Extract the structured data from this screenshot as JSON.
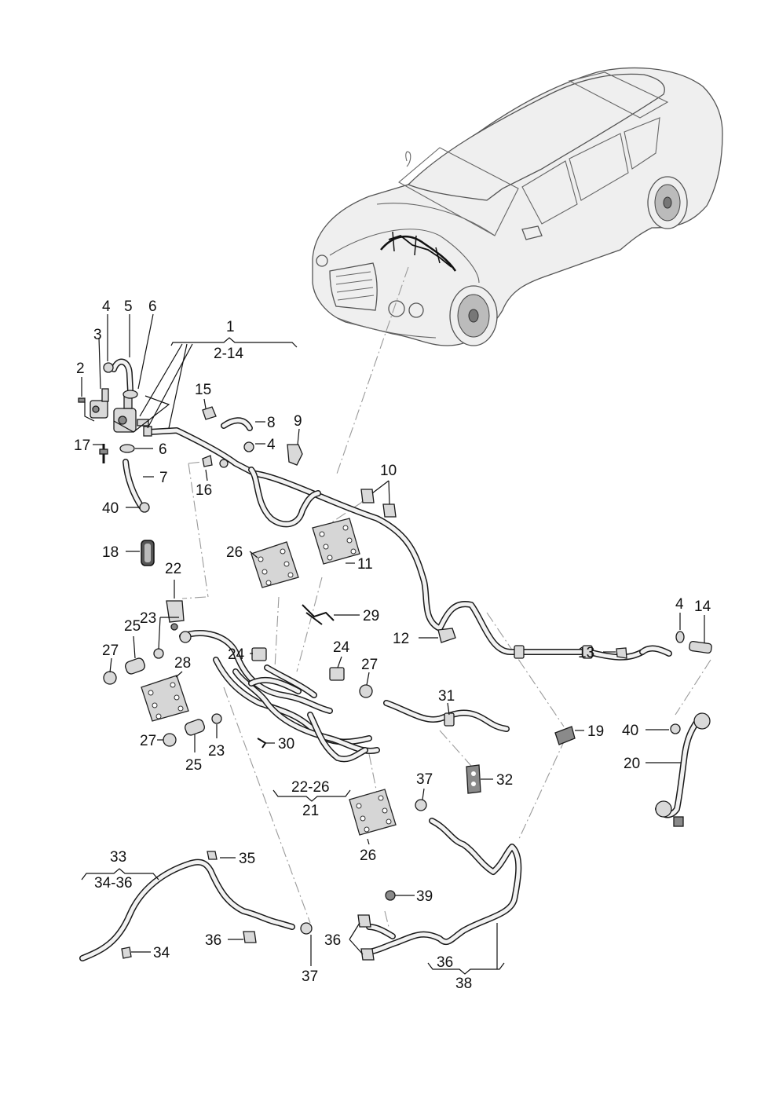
{
  "callouts": [
    {
      "id": "c1",
      "text": "1"
    },
    {
      "id": "c2_14",
      "text": "2-14"
    },
    {
      "id": "c2",
      "text": "2"
    },
    {
      "id": "c3",
      "text": "3"
    },
    {
      "id": "c4a",
      "text": "4"
    },
    {
      "id": "c5",
      "text": "5"
    },
    {
      "id": "c6a",
      "text": "6"
    },
    {
      "id": "c6b",
      "text": "6"
    },
    {
      "id": "c7",
      "text": "7"
    },
    {
      "id": "c4b",
      "text": "4"
    },
    {
      "id": "c8",
      "text": "8"
    },
    {
      "id": "c9",
      "text": "9"
    },
    {
      "id": "c10",
      "text": "10"
    },
    {
      "id": "c11",
      "text": "11"
    },
    {
      "id": "c12",
      "text": "12"
    },
    {
      "id": "c13",
      "text": "13"
    },
    {
      "id": "c4c",
      "text": "4"
    },
    {
      "id": "c14",
      "text": "14"
    },
    {
      "id": "c15",
      "text": "15"
    },
    {
      "id": "c16",
      "text": "16"
    },
    {
      "id": "c17",
      "text": "17"
    },
    {
      "id": "c18",
      "text": "18"
    },
    {
      "id": "c19",
      "text": "19"
    },
    {
      "id": "c20",
      "text": "20"
    },
    {
      "id": "c40a",
      "text": "40"
    },
    {
      "id": "c40b",
      "text": "40"
    },
    {
      "id": "c21",
      "text": "21"
    },
    {
      "id": "c22_26",
      "text": "22-26"
    },
    {
      "id": "c22",
      "text": "22"
    },
    {
      "id": "c23a",
      "text": "23"
    },
    {
      "id": "c23b",
      "text": "23"
    },
    {
      "id": "c24a",
      "text": "24"
    },
    {
      "id": "c24b",
      "text": "24"
    },
    {
      "id": "c25a",
      "text": "25"
    },
    {
      "id": "c25b",
      "text": "25"
    },
    {
      "id": "c26a",
      "text": "26"
    },
    {
      "id": "c26b",
      "text": "26"
    },
    {
      "id": "c27a",
      "text": "27"
    },
    {
      "id": "c27b",
      "text": "27"
    },
    {
      "id": "c27c",
      "text": "27"
    },
    {
      "id": "c28",
      "text": "28"
    },
    {
      "id": "c29",
      "text": "29"
    },
    {
      "id": "c30",
      "text": "30"
    },
    {
      "id": "c31",
      "text": "31"
    },
    {
      "id": "c32",
      "text": "32"
    },
    {
      "id": "c33",
      "text": "33"
    },
    {
      "id": "c34_36",
      "text": "34-36"
    },
    {
      "id": "c34",
      "text": "34"
    },
    {
      "id": "c35",
      "text": "35"
    },
    {
      "id": "c36a",
      "text": "36"
    },
    {
      "id": "c36b",
      "text": "36"
    },
    {
      "id": "c36c",
      "text": "36"
    },
    {
      "id": "c37a",
      "text": "37"
    },
    {
      "id": "c37b",
      "text": "37"
    },
    {
      "id": "c38",
      "text": "38"
    },
    {
      "id": "c39",
      "text": "39"
    }
  ]
}
